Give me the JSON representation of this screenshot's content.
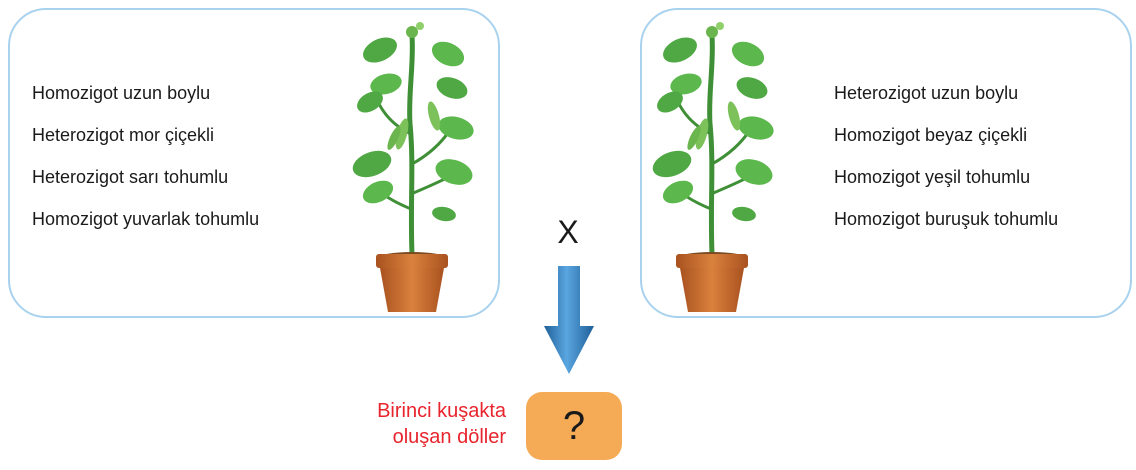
{
  "parent_left": {
    "traits": [
      "Homozigot uzun boylu",
      "Heterozigot mor çiçekli",
      "Heterozigot sarı tohumlu",
      "Homozigot yuvarlak tohumlu"
    ]
  },
  "parent_right": {
    "traits": [
      "Heterozigot uzun boylu",
      "Homozigot beyaz çiçekli",
      "Homozigot yeşil tohumlu",
      "Homozigot buruşuk tohumlu"
    ]
  },
  "cross_symbol": "X",
  "offspring": {
    "label_line1": "Birinci kuşakta",
    "label_line2": "oluşan döller",
    "unknown": "?"
  },
  "colors": {
    "panel_border": "#a9d2ef",
    "label_red": "#e8242d",
    "question_box": "#f5ab55",
    "arrow_blue": "#2a78b8",
    "leaf_green": "#4fa843",
    "pot_orange": "#c4662a"
  }
}
